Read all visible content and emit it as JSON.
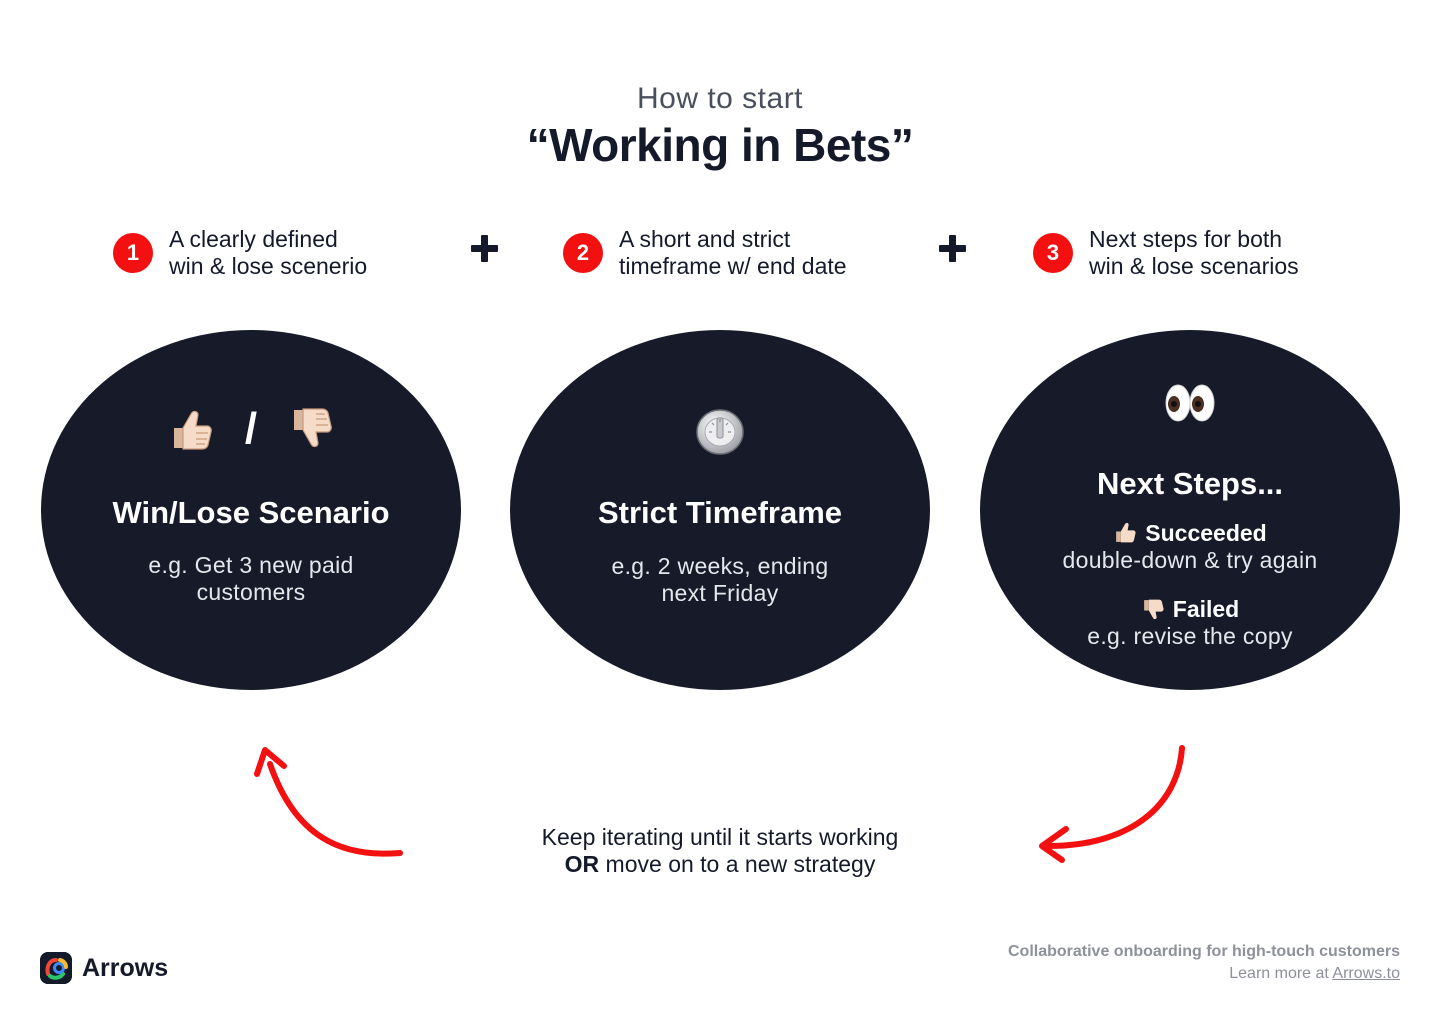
{
  "header": {
    "subtitle": "How to start",
    "title": "“Working in Bets”"
  },
  "steps": [
    {
      "number": "1",
      "line1": "A clearly defined",
      "line2": "win & lose scenerio"
    },
    {
      "number": "2",
      "line1": "A short and strict",
      "line2": "timeframe w/ end date"
    },
    {
      "number": "3",
      "line1": "Next steps for both",
      "line2": "win & lose scenarios"
    }
  ],
  "cards": {
    "win_lose": {
      "icons": [
        "thumbs-up-icon",
        "thumbs-down-icon"
      ],
      "separator": "/",
      "title": "Win/Lose Scenario",
      "desc_line1": "e.g. Get 3 new paid",
      "desc_line2": "customers"
    },
    "timeframe": {
      "icon": "timer-clock-icon",
      "title": "Strict Timeframe",
      "desc_line1": "e.g. 2 weeks, ending",
      "desc_line2": "next Friday"
    },
    "next_steps": {
      "icon": "eyes-icon",
      "title": "Next Steps...",
      "succeeded_label": "Succeeded",
      "succeeded_text": "double-down & try again",
      "failed_label": "Failed",
      "failed_text": "e.g. revise the copy"
    }
  },
  "bottom": {
    "line1": "Keep iterating until it starts working",
    "or": "OR",
    "line2_rest": " move on to a new strategy"
  },
  "brand": {
    "name": "Arrows",
    "tagline": "Collaborative onboarding for high-touch customers",
    "learn_more": "Learn more at ",
    "link": "Arrows.to"
  },
  "colors": {
    "accent": "#f21010",
    "dark": "#161a29",
    "muted": "#8e919b"
  }
}
